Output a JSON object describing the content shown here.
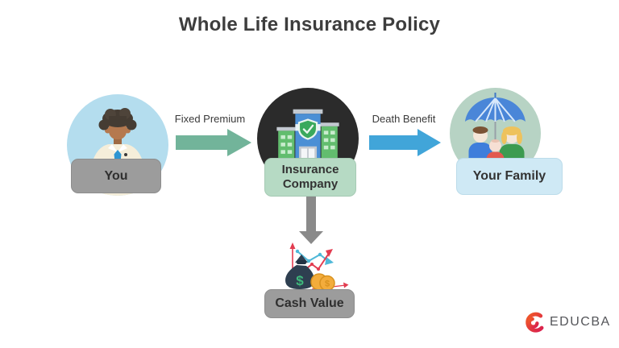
{
  "title": "Whole Life Insurance Policy",
  "nodes": {
    "you": {
      "label": "You"
    },
    "insurance_company": {
      "label": "Insurance Company"
    },
    "your_family": {
      "label": "Your Family"
    },
    "cash_value": {
      "label": "Cash Value"
    }
  },
  "arrows": {
    "fixed_premium": {
      "label": "Fixed Premium",
      "color": "#72b49a",
      "direction": "right"
    },
    "death_benefit": {
      "label": "Death Benefit",
      "color": "#41a5d9",
      "direction": "right"
    },
    "to_cash_value": {
      "color": "#8a8a8a",
      "direction": "down"
    }
  },
  "icons": {
    "person_icon": "man-at-desk",
    "insurance_building_icon": "building-with-shield",
    "family_umbrella_icon": "family-under-umbrella",
    "money_growth_icon": "money-bag-with-chart",
    "educba_swirl_icon": "red-orange-swirl-e",
    "dollar_sign": "$"
  },
  "colors": {
    "you_circle": "#b4ddee",
    "insurance_circle": "#2b2b2b",
    "family_circle": "#b7d3c4",
    "gray_label": "#9c9c9c",
    "insurance_label": "#b6dac4",
    "family_label": "#cfe9f5",
    "title_text": "#3d3d3d"
  },
  "logo": {
    "text": "EDUCBA"
  }
}
